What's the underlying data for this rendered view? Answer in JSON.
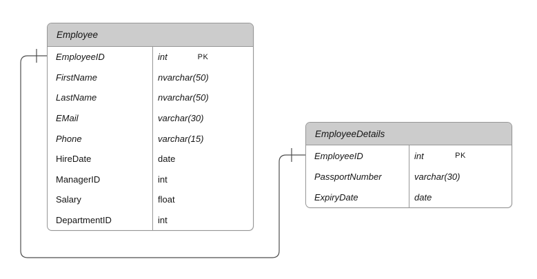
{
  "diagram": {
    "tables": [
      {
        "title": "Employee",
        "rows": [
          {
            "name": "EmployeeID",
            "type": "int",
            "key": "PK",
            "italic": true
          },
          {
            "name": "FirstName",
            "type": "nvarchar(50)",
            "italic": true
          },
          {
            "name": "LastName",
            "type": "nvarchar(50)",
            "italic": true
          },
          {
            "name": "EMail",
            "type": "varchar(30)",
            "italic": true
          },
          {
            "name": "Phone",
            "type": "varchar(15)",
            "italic": true
          },
          {
            "name": "HireDate",
            "type": "date",
            "italic": false
          },
          {
            "name": "ManagerID",
            "type": "int",
            "italic": false
          },
          {
            "name": "Salary",
            "type": "float",
            "italic": false
          },
          {
            "name": "DepartmentID",
            "type": "int",
            "italic": false
          }
        ]
      },
      {
        "title": "EmployeeDetails",
        "rows": [
          {
            "name": "EmployeeID",
            "type": "int",
            "key": "PK",
            "italic": true
          },
          {
            "name": "PassportNumber",
            "type": "varchar(30)",
            "italic": true
          },
          {
            "name": "ExpiryDate",
            "type": "date",
            "italic": true
          }
        ]
      }
    ],
    "relationship": {
      "from": "Employee.EmployeeID",
      "to": "EmployeeDetails.EmployeeID",
      "cardinality": "one-to-one"
    },
    "colors": {
      "header_fill": "#cccccc",
      "table_border": "#969696",
      "connector": "#4d4d4d",
      "text": "#141414",
      "background": "#ffffff"
    }
  }
}
